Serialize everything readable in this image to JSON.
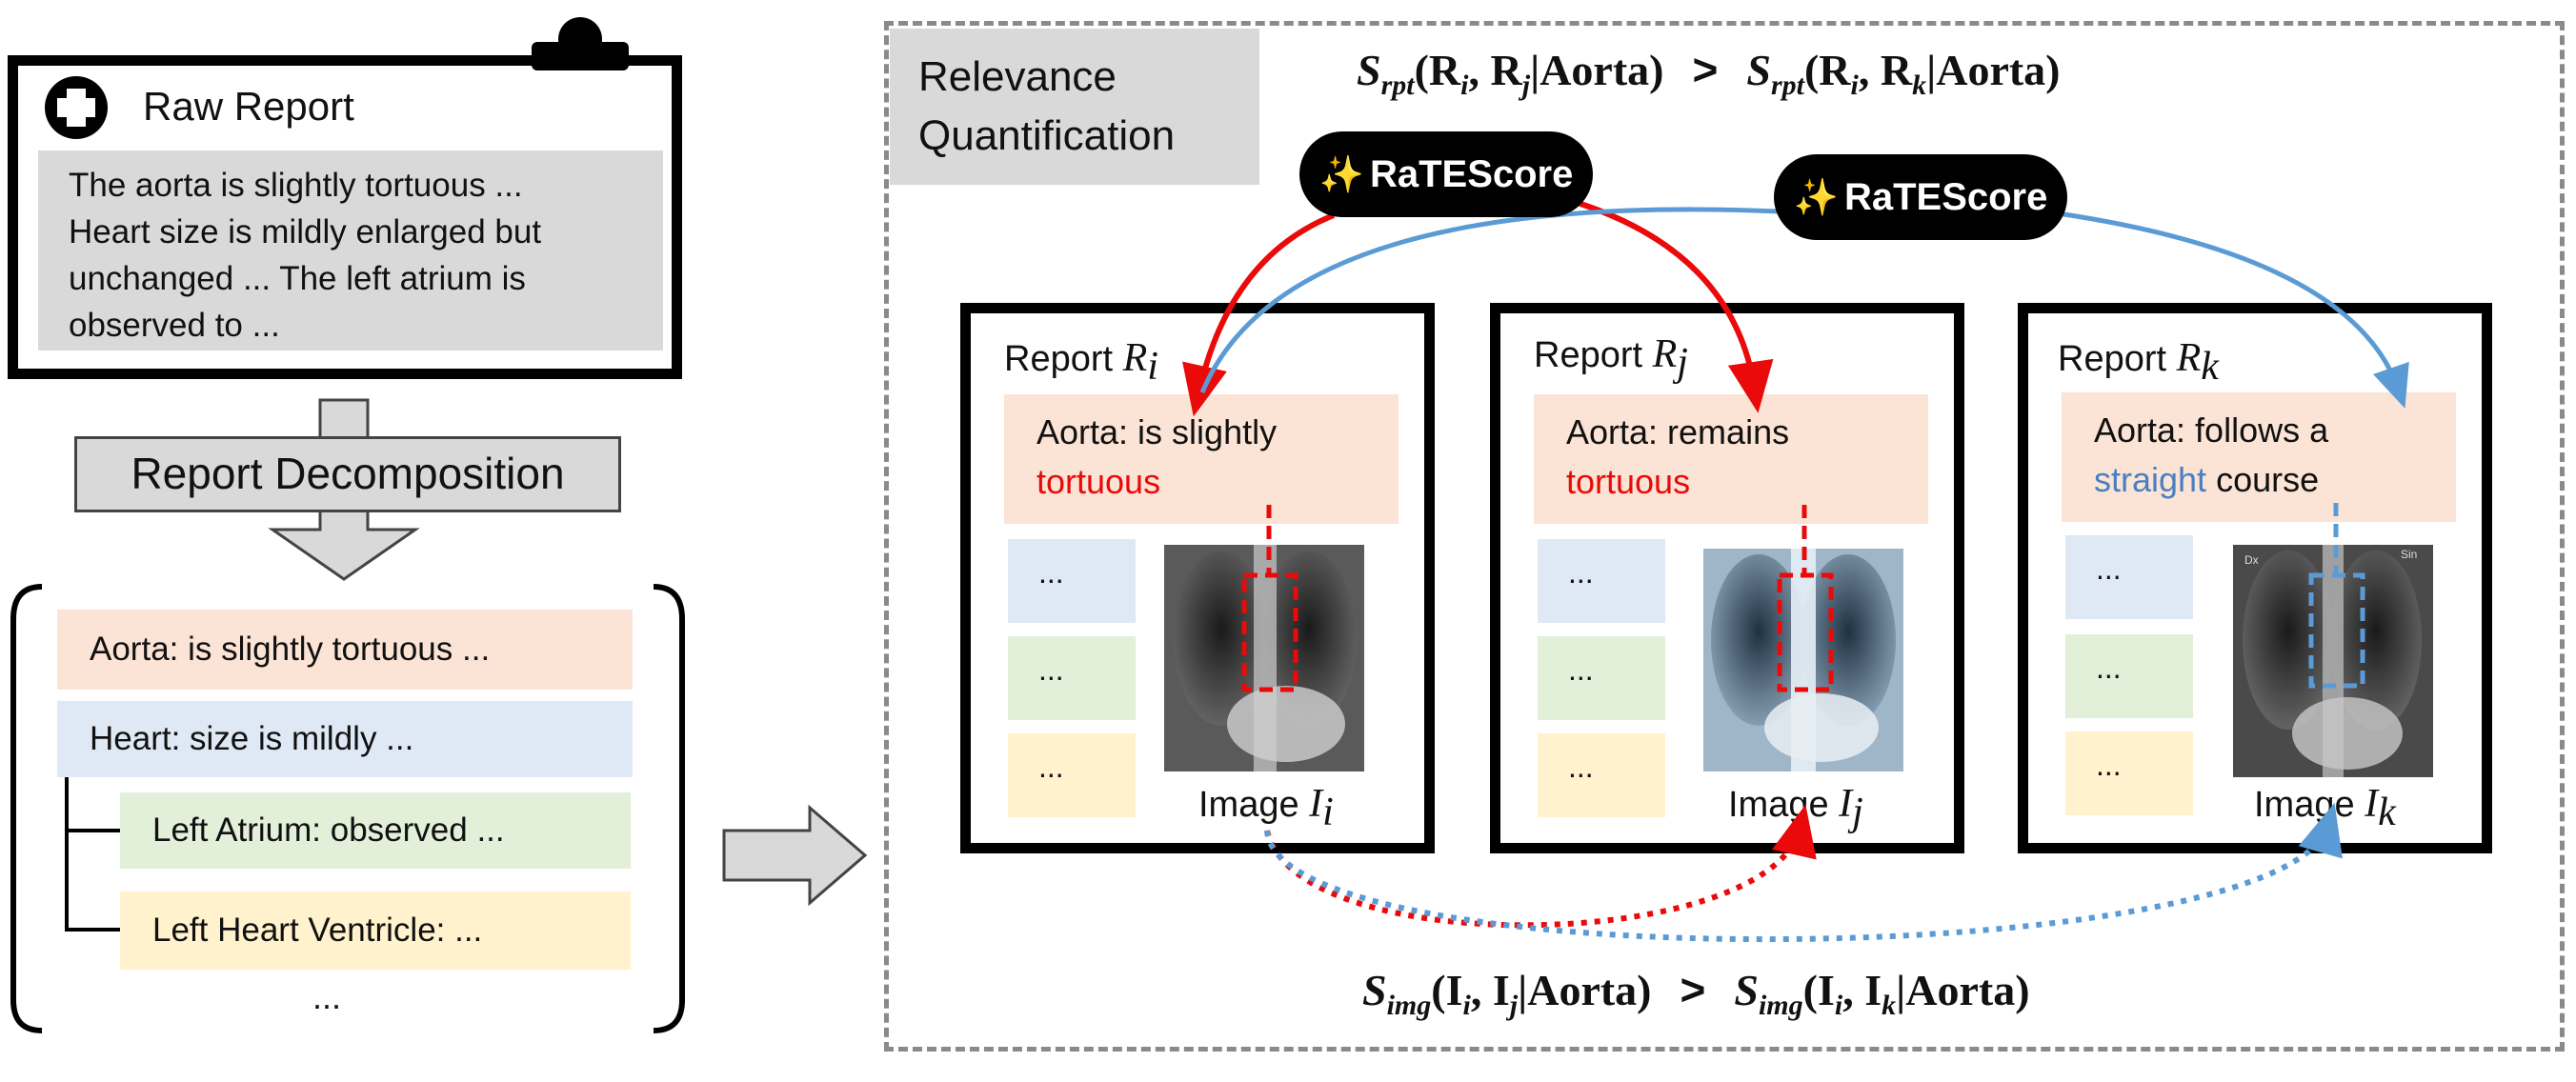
{
  "raw_report": {
    "title": "Raw Report",
    "text_lines": [
      "The aorta is slightly tortuous ...",
      "Heart size is mildly enlarged but",
      "unchanged ... The left atrium is",
      "observed to ..."
    ]
  },
  "decomposition": {
    "label": "Report Decomposition",
    "items": [
      {
        "text": "Aorta: is slightly tortuous ..."
      },
      {
        "text": "Heart: size is mildly ..."
      },
      {
        "text": "Left Atrium: observed ..."
      },
      {
        "text": "Left Heart Ventricle: ..."
      }
    ],
    "ellipsis": "..."
  },
  "relevance": {
    "label_line1": "Relevance",
    "label_line2": "Quantification",
    "formula_top": {
      "s": "S",
      "sub": "rpt",
      "left": "(R",
      "i": "i",
      "comma": ", R",
      "j": "j",
      "given": "|Aorta)",
      "gt": ">",
      "right_left": "(R",
      "k": "k"
    },
    "formula_bottom": {
      "s": "S",
      "sub": "img",
      "left": "(I",
      "i": "i",
      "comma": ", I",
      "j": "j",
      "given": "|Aorta)",
      "gt": ">",
      "k": "k"
    },
    "scorer_1": "RaTEScore",
    "scorer_2": "RaTEScore",
    "spark": "✨"
  },
  "reports": [
    {
      "title": "Report ",
      "var": "R",
      "sub": "i",
      "finding_prefix": "Aorta: is slightly",
      "finding_highlight": "tortuous",
      "finding_suffix": "",
      "highlight_color": "#ea0a0a",
      "image_label": "Image ",
      "image_var": "I",
      "image_sub": "i",
      "minis": [
        "...",
        "...",
        "..."
      ]
    },
    {
      "title": "Report ",
      "var": "R",
      "sub": "j",
      "finding_prefix": "Aorta: remains",
      "finding_highlight": "tortuous",
      "finding_suffix": "",
      "highlight_color": "#ea0a0a",
      "image_label": "Image ",
      "image_var": "I",
      "image_sub": "j",
      "minis": [
        "...",
        "...",
        "..."
      ]
    },
    {
      "title": "Report ",
      "var": "R",
      "sub": "k",
      "finding_prefix": "Aorta: follows a",
      "finding_highlight": "straight",
      "finding_suffix": " course",
      "highlight_color": "#4a7fc1",
      "image_label": "Image ",
      "image_var": "I",
      "image_sub": "k",
      "minis": [
        "...",
        "...",
        "..."
      ]
    }
  ],
  "xray_k_markers": [
    "Dx",
    "Sin"
  ],
  "colors": {
    "red": "#ea0a0a",
    "blue": "#5b9bd5",
    "peach": "#fbe4d5",
    "light_blue": "#dfe9f6",
    "light_green": "#e2efd9",
    "light_yellow": "#fff2cc",
    "gray": "#d9d9d9"
  }
}
